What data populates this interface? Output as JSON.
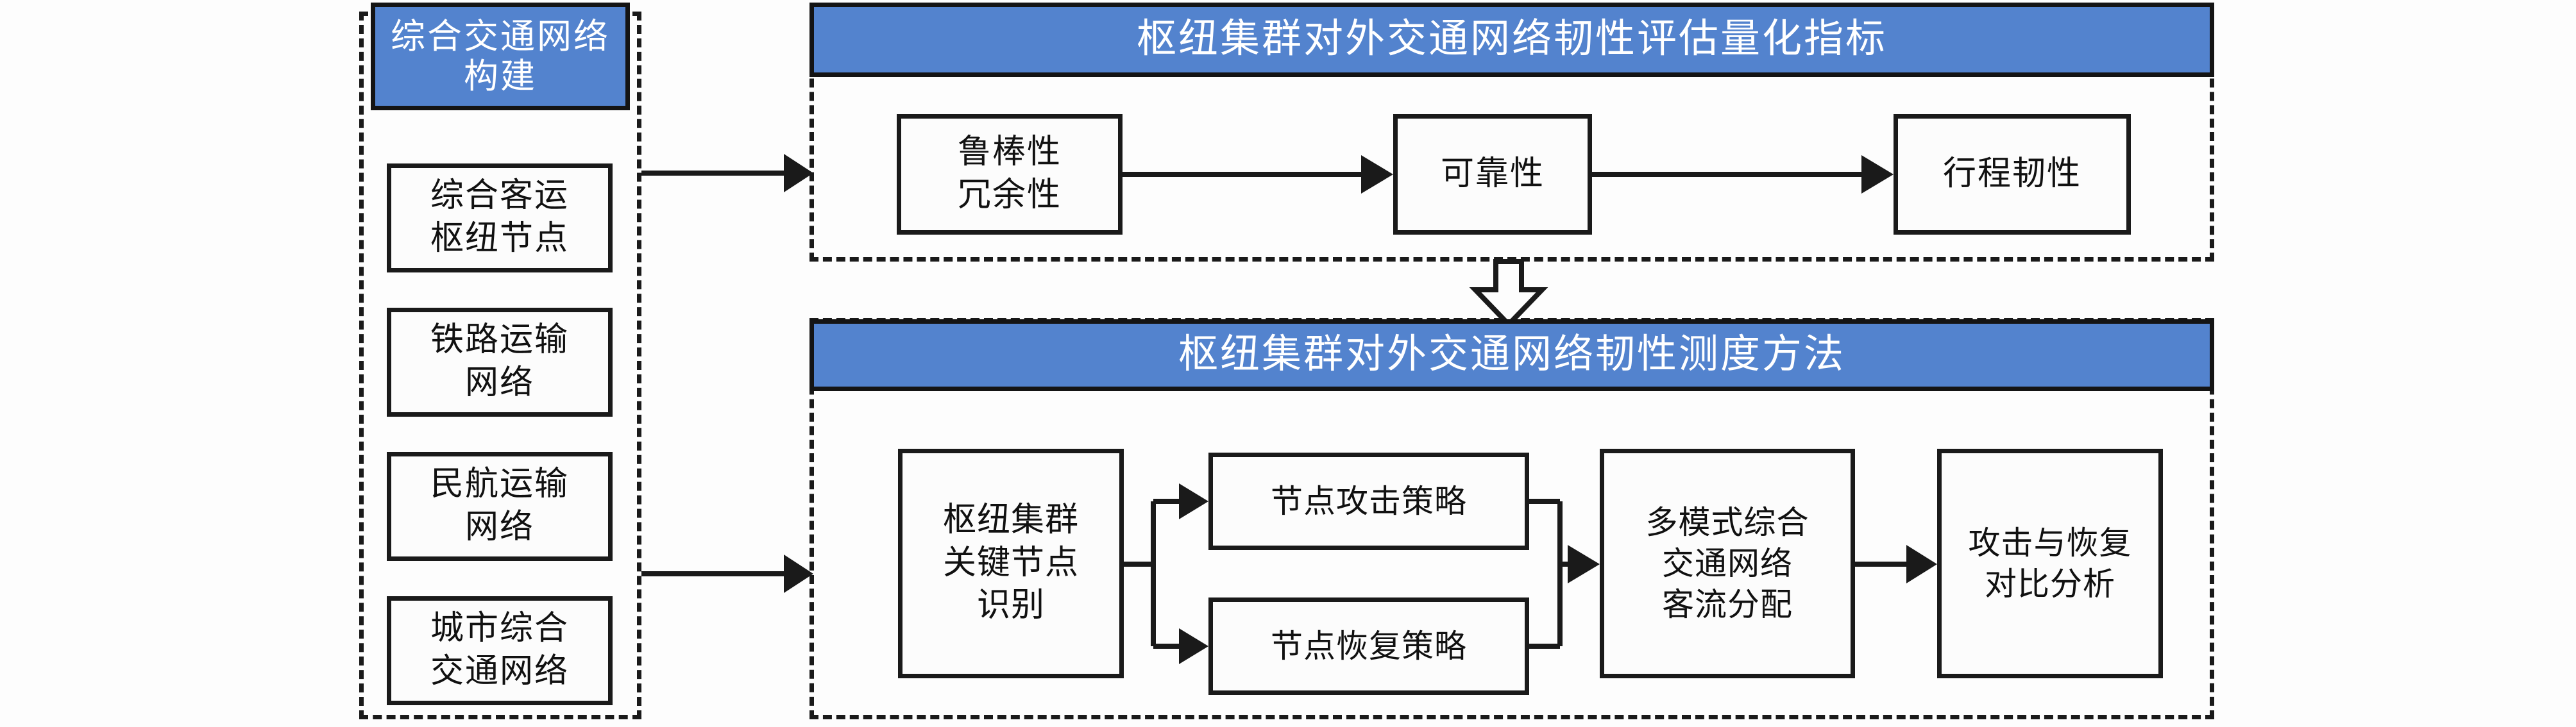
{
  "diagram": {
    "title_left": "综合交通网络构建",
    "left_group": {
      "header": "综合交通网络构建",
      "items": [
        "综合客运\n枢纽节点",
        "铁路运输\n网络",
        "民航运输\n网络",
        "城市综合\n交通网络"
      ]
    },
    "panel_indicators": {
      "header": "枢纽集群对外交通网络韧性评估量化指标",
      "nodes": [
        "鲁棒性\n冗余性",
        "可靠性",
        "行程韧性"
      ]
    },
    "panel_methods": {
      "header": "枢纽集群对外交通网络韧性测度方法",
      "nodes": [
        "枢纽集群\n关键节点\n识别",
        "节点攻击策略",
        "节点恢复策略",
        "多模式综合\n交通网络\n客流分配",
        "攻击与恢复\n对比分析"
      ]
    },
    "colors": {
      "header_blue": "#5383ce",
      "outline_black": "#1a1a1a",
      "box_fill": "#fcfcfc",
      "page_background": "#fdfdfd",
      "header_text": "#ffffff"
    },
    "connectors": {
      "arrow_left_to_indicators": "solid-arrow-right",
      "arrow_left_to_methods": "solid-arrow-right",
      "arrow_robust_to_reliability": "solid-arrow-right",
      "arrow_reliability_to_travel": "solid-arrow-right",
      "arrow_indicators_to_methods": "hollow-block-arrow-down",
      "arrow_keynode_to_attack": "solid-arrow-right",
      "arrow_keynode_to_recovery": "solid-arrow-right",
      "arrow_strategies_to_assignment": "solid-arrow-right",
      "arrow_assignment_to_analysis": "solid-arrow-right"
    }
  }
}
